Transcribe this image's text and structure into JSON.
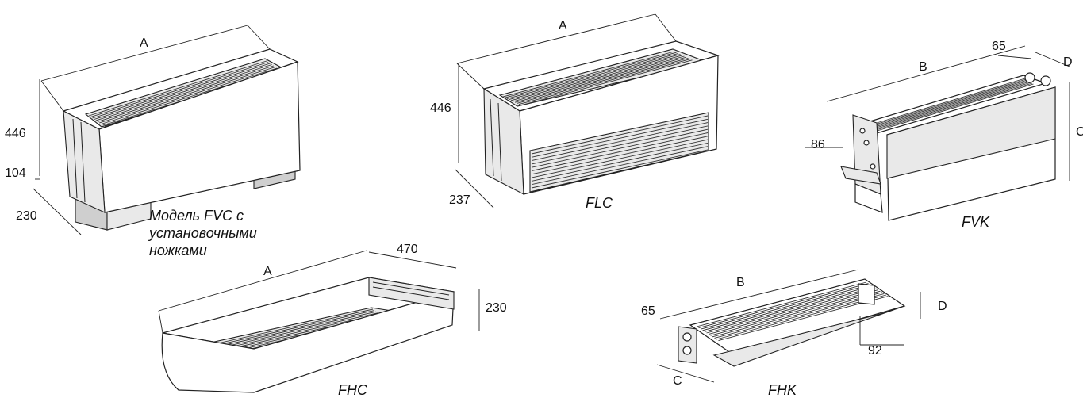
{
  "units": [
    {
      "id": "fvc",
      "dimensions": {
        "A": "A",
        "height": "446",
        "feet": "104",
        "depth": "230"
      },
      "caption": [
        "Модель FVC с",
        "установочными",
        "ножками"
      ]
    },
    {
      "id": "flc",
      "model": "FLC",
      "dimensions": {
        "A": "A",
        "height": "446",
        "depth": "237"
      }
    },
    {
      "id": "fvk",
      "model": "FVK",
      "dimensions": {
        "B": "B",
        "w65": "65",
        "D": "D",
        "C": "C",
        "w86": "86"
      }
    },
    {
      "id": "fhc",
      "model": "FHC",
      "dimensions": {
        "A": "A",
        "depth": "470",
        "height": "230"
      }
    },
    {
      "id": "fhk",
      "model": "FHK",
      "dimensions": {
        "B": "B",
        "w65": "65",
        "D": "D",
        "w92": "92",
        "C": "C"
      }
    }
  ]
}
